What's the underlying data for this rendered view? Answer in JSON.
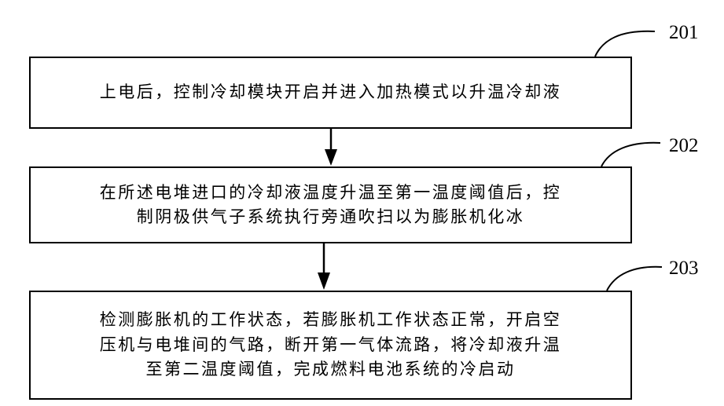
{
  "steps": [
    {
      "number": "201",
      "lines": [
        "上电后，控制冷却模块开启并进入加热模式以升温冷却液"
      ]
    },
    {
      "number": "202",
      "lines": [
        "在所述电堆进口的冷却液温度升温至第一温度阈值后，控",
        "制阴极供气子系统执行旁通吹扫以为膨胀机化冰"
      ]
    },
    {
      "number": "203",
      "lines": [
        "检测膨胀机的工作状态，若膨胀机工作状态正常，开启空",
        "压机与电堆间的气路，断开第一气体流路，将冷却液升温",
        "至第二温度阈值，完成燃料电池系统的冷启动"
      ]
    }
  ]
}
